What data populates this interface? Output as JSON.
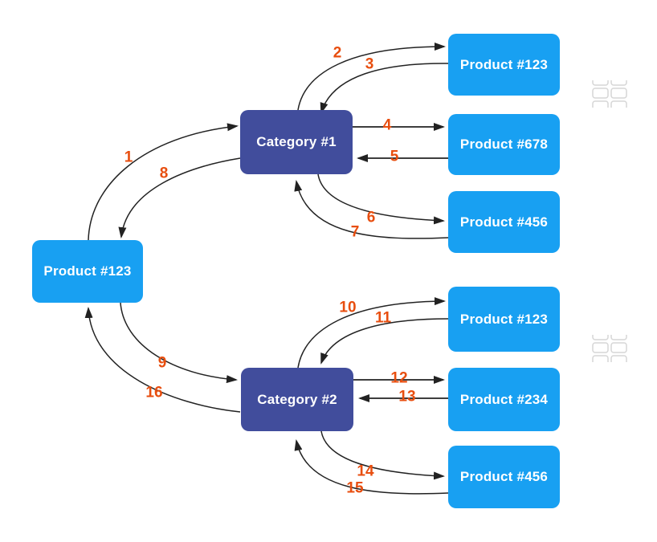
{
  "diagram": {
    "title": "",
    "nodes": [
      {
        "id": "product-123-left",
        "label": "Product #123",
        "type": "product"
      },
      {
        "id": "category-1",
        "label": "Category #1",
        "type": "category"
      },
      {
        "id": "category-2",
        "label": "Category #2",
        "type": "category"
      },
      {
        "id": "product-123-top",
        "label": "Product #123",
        "type": "product"
      },
      {
        "id": "product-678",
        "label": "Product #678",
        "type": "product"
      },
      {
        "id": "product-456-top",
        "label": "Product #456",
        "type": "product"
      },
      {
        "id": "product-123-bottom",
        "label": "Product #123",
        "type": "product"
      },
      {
        "id": "product-234",
        "label": "Product #234",
        "type": "product"
      },
      {
        "id": "product-456-bottom",
        "label": "Product #456",
        "type": "product"
      }
    ],
    "edges": [
      {
        "label": "1",
        "from": "product-123-left",
        "to": "category-1"
      },
      {
        "label": "2",
        "from": "category-1",
        "to": "product-123-top"
      },
      {
        "label": "3",
        "from": "product-123-top",
        "to": "category-1"
      },
      {
        "label": "4",
        "from": "category-1",
        "to": "product-678"
      },
      {
        "label": "5",
        "from": "product-678",
        "to": "category-1"
      },
      {
        "label": "6",
        "from": "category-1",
        "to": "product-456-top"
      },
      {
        "label": "7",
        "from": "product-456-top",
        "to": "category-1"
      },
      {
        "label": "8",
        "from": "category-1",
        "to": "product-123-left"
      },
      {
        "label": "9",
        "from": "product-123-left",
        "to": "category-2"
      },
      {
        "label": "10",
        "from": "category-2",
        "to": "product-123-bottom"
      },
      {
        "label": "11",
        "from": "product-123-bottom",
        "to": "category-2"
      },
      {
        "label": "12",
        "from": "category-2",
        "to": "product-234"
      },
      {
        "label": "13",
        "from": "product-234",
        "to": "category-2"
      },
      {
        "label": "14",
        "from": "category-2",
        "to": "product-456-bottom"
      },
      {
        "label": "15",
        "from": "product-456-bottom",
        "to": "category-2"
      },
      {
        "label": "16",
        "from": "category-2",
        "to": "product-123-left"
      }
    ],
    "colors": {
      "product_fill": "#18A0F2",
      "category_fill": "#414D9C",
      "node_text": "#FFFFFF",
      "edge_line": "#222222",
      "edge_label": "#E84E0F",
      "collapsed_icon": "#D6D6D6"
    }
  }
}
